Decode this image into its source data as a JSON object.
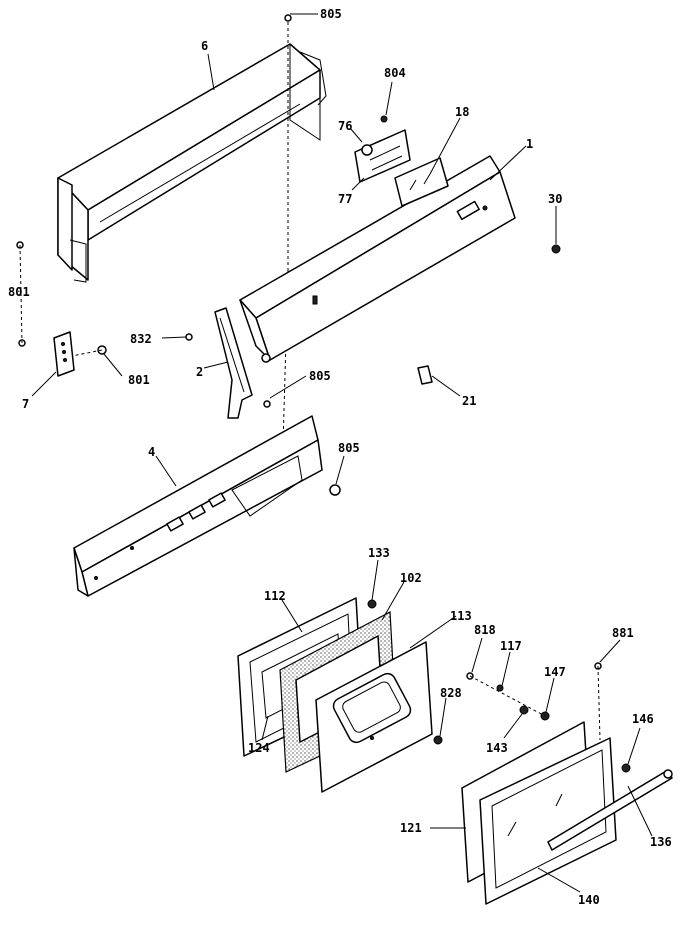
{
  "diagram": {
    "callouts": [
      {
        "id": "805a",
        "text": "805"
      },
      {
        "id": "6",
        "text": "6"
      },
      {
        "id": "804",
        "text": "804"
      },
      {
        "id": "76",
        "text": "76"
      },
      {
        "id": "18",
        "text": "18"
      },
      {
        "id": "1",
        "text": "1"
      },
      {
        "id": "77",
        "text": "77"
      },
      {
        "id": "30",
        "text": "30"
      },
      {
        "id": "801a",
        "text": "801"
      },
      {
        "id": "832",
        "text": "832"
      },
      {
        "id": "801b",
        "text": "801"
      },
      {
        "id": "7",
        "text": "7"
      },
      {
        "id": "2",
        "text": "2"
      },
      {
        "id": "805b",
        "text": "805"
      },
      {
        "id": "21",
        "text": "21"
      },
      {
        "id": "4",
        "text": "4"
      },
      {
        "id": "805c",
        "text": "805"
      },
      {
        "id": "133",
        "text": "133"
      },
      {
        "id": "112",
        "text": "112"
      },
      {
        "id": "102",
        "text": "102"
      },
      {
        "id": "113",
        "text": "113"
      },
      {
        "id": "818",
        "text": "818"
      },
      {
        "id": "117",
        "text": "117"
      },
      {
        "id": "881",
        "text": "881"
      },
      {
        "id": "828",
        "text": "828"
      },
      {
        "id": "147",
        "text": "147"
      },
      {
        "id": "124",
        "text": "124"
      },
      {
        "id": "143",
        "text": "143"
      },
      {
        "id": "146",
        "text": "146"
      },
      {
        "id": "121",
        "text": "121"
      },
      {
        "id": "136",
        "text": "136"
      },
      {
        "id": "140",
        "text": "140"
      }
    ]
  }
}
